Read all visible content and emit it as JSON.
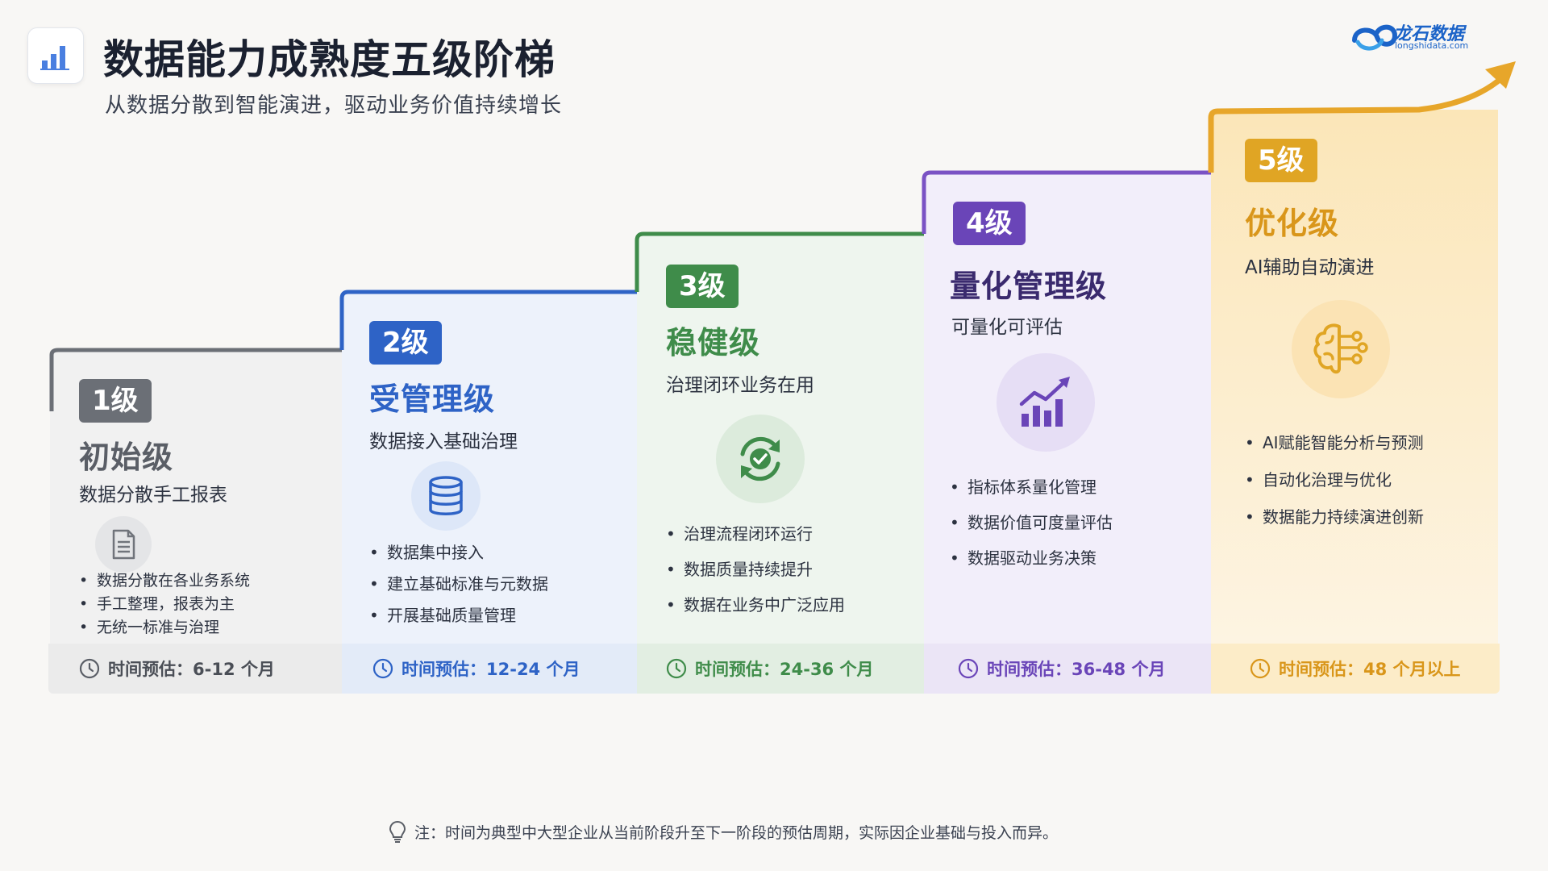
{
  "header": {
    "title": "数据能力成熟度五级阶梯",
    "subtitle": "从数据分散到智能演进，驱动业务价值持续增长",
    "logo_icon": "bar-chart-icon"
  },
  "brand": {
    "name": "龙石数据",
    "url": "longshidata.com"
  },
  "levels": [
    {
      "badge": "1级",
      "name": "初始级",
      "desc": "数据分散手工报表",
      "icon": "document-icon",
      "color": "#6b6f76",
      "bullets": [
        "数据分散在各业务系统",
        "手工整理，报表为主",
        "无统一标准与治理"
      ],
      "time": "时间预估：6-12 个月"
    },
    {
      "badge": "2级",
      "name": "受管理级",
      "desc": "数据接入基础治理",
      "icon": "database-icon",
      "color": "#2e63c6",
      "bullets": [
        "数据集中接入",
        "建立基础标准与元数据",
        "开展基础质量管理"
      ],
      "time": "时间预估：12-24 个月"
    },
    {
      "badge": "3级",
      "name": "稳健级",
      "desc": "治理闭环业务在用",
      "icon": "refresh-check-icon",
      "color": "#3f8c4a",
      "bullets": [
        "治理流程闭环运行",
        "数据质量持续提升",
        "数据在业务中广泛应用"
      ],
      "time": "时间预估：24-36 个月"
    },
    {
      "badge": "4级",
      "name": "量化管理级",
      "desc": "可量化可评估",
      "icon": "growth-chart-icon",
      "color": "#6a45b8",
      "bullets": [
        "指标体系量化管理",
        "数据价值可度量评估",
        "数据驱动业务决策"
      ],
      "time": "时间预估：36-48 个月"
    },
    {
      "badge": "5级",
      "name": "优化级",
      "desc": "AI辅助自动演进",
      "icon": "ai-brain-icon",
      "color": "#e0a524",
      "bullets": [
        "AI赋能智能分析与预测",
        "自动化治理与优化",
        "数据能力持续演进创新"
      ],
      "time": "时间预估：48 个月以上"
    }
  ],
  "note": "注：时间为典型中大型企业从当前阶段升至下一阶段的预估周期，实际因企业基础与投入而异。",
  "note_icon": "lightbulb-icon",
  "clock_icon": "clock-icon"
}
